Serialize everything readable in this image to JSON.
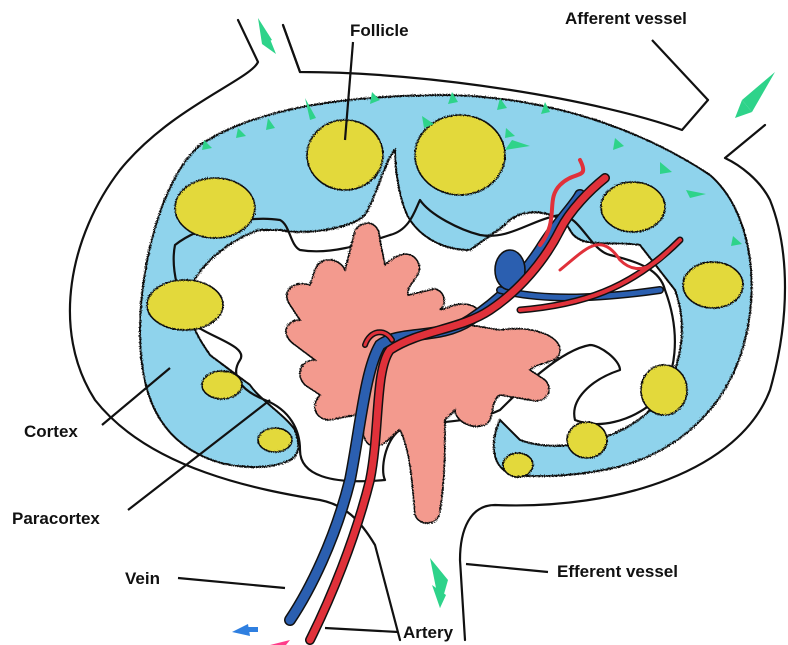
{
  "labels": {
    "follicle": "Follicle",
    "afferent_vessel": "Afferent vessel",
    "cortex": "Cortex",
    "paracortex": "Paracortex",
    "vein": "Vein",
    "efferent_vessel": "Efferent vessel",
    "artery": "Artery"
  },
  "colors": {
    "cortex_fill": "#8fd3ec",
    "follicle_fill": "#e3d93a",
    "medulla_fill": "#f39a8e",
    "artery": "#e0313a",
    "vein": "#2b5fb0",
    "flow_arrow": "#2ed38a",
    "vein_flow_arrow": "#2f7fe0",
    "artery_flow_arrow": "#ff3d8a",
    "outline": "#111111"
  }
}
